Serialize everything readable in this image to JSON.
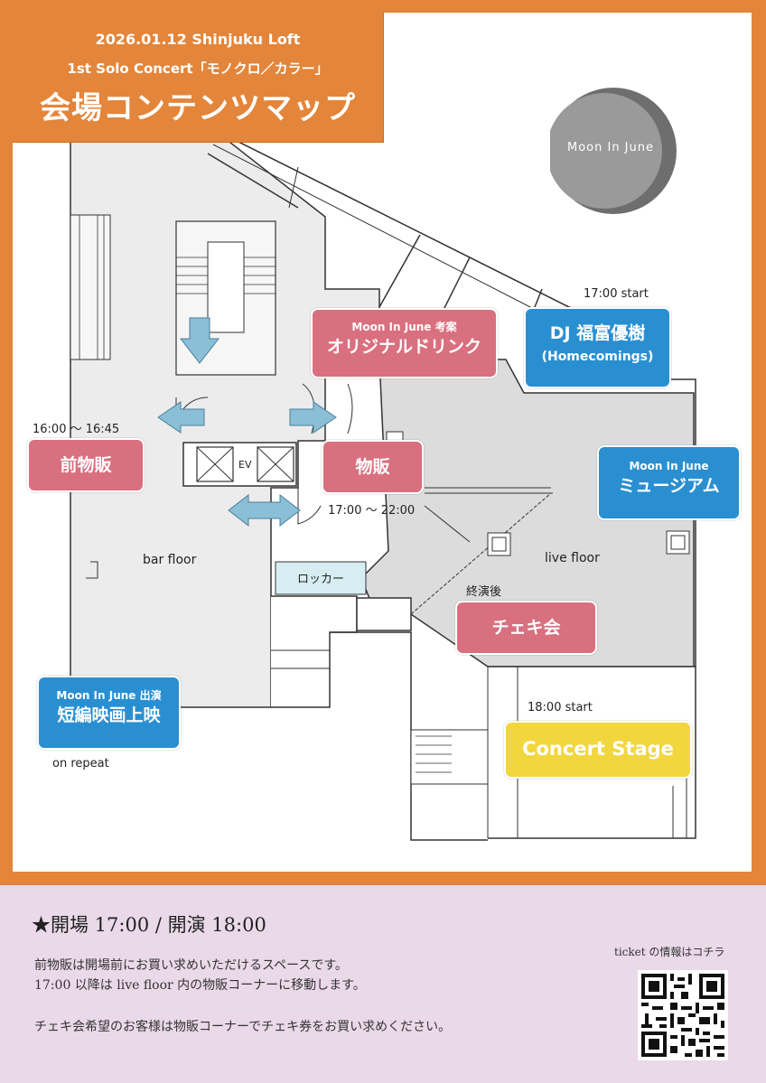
{
  "header": {
    "line1": "2026.01.12 Shinjuku Loft",
    "line2": "1st Solo Concert「モノクロ／カラー」",
    "title": "会場コンテンツマップ"
  },
  "logo": {
    "text": "Moon In June"
  },
  "labels": {
    "drink": {
      "sub": "Moon In June 考案",
      "main": "オリジナルドリンク"
    },
    "dj": {
      "main": "DJ 福富優樹",
      "sub": "(Homecomings)",
      "time": "17:00 start"
    },
    "pre_merch": {
      "main": "前物販",
      "time": "16:00 〜 16:45"
    },
    "merch": {
      "main": "物販",
      "time": "17:00 〜 22:00"
    },
    "museum": {
      "sub": "Moon In June",
      "main": "ミュージアム"
    },
    "cheki": {
      "main": "チェキ会",
      "time": "終演後"
    },
    "film": {
      "sub": "Moon In June 出演",
      "main": "短編映画上映",
      "note": "on repeat"
    },
    "stage": {
      "main": "Concert Stage",
      "time": "18:00 start"
    }
  },
  "map": {
    "ev": "EV",
    "locker": "ロッカー",
    "bar_floor": "bar floor",
    "live_floor": "live floor"
  },
  "footer": {
    "title": "★開場 17:00 / 開演 18:00",
    "line1": "前物販は開場前にお買い求めいただけるスペースです。",
    "line2": "17:00 以降は live floor 内の物販コーナーに移動します。",
    "line3": "チェキ会希望のお客様は物販コーナーでチェキ券をお買い求めください。",
    "qr_label": "ticket の情報はコチラ"
  },
  "colors": {
    "frame": "#e3853a",
    "footer_bg": "#ead9e9",
    "pink_label": "#d9707f",
    "blue_label": "#2a8fd1",
    "yellow_label": "#f2d63e",
    "floor": "#ececec",
    "live_floor": "#dcdcdc",
    "locker": "#d6eef2",
    "arrow": "#8bbfd8",
    "moon": "#8e8e8e"
  },
  "icons": [
    "arrow-down-icon",
    "arrow-left-icon",
    "arrow-right-icon",
    "arrow-both-icon",
    "qr-code-icon",
    "moon-icon"
  ]
}
